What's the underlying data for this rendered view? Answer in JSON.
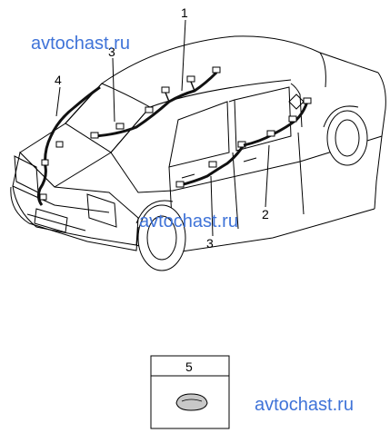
{
  "watermarks": {
    "top_left": "avtochast.ru",
    "center": "avtochast.ru",
    "bottom_right": "avtochast.ru"
  },
  "callouts": {
    "c1": "1",
    "c2": "2",
    "c3_roof": "3",
    "c3_door": "3",
    "c4": "4",
    "c5": "5"
  },
  "colors": {
    "line": "#000000",
    "harness": "#111111",
    "watermark": "#3f73d8",
    "part_fill": "#c8c8c8"
  }
}
